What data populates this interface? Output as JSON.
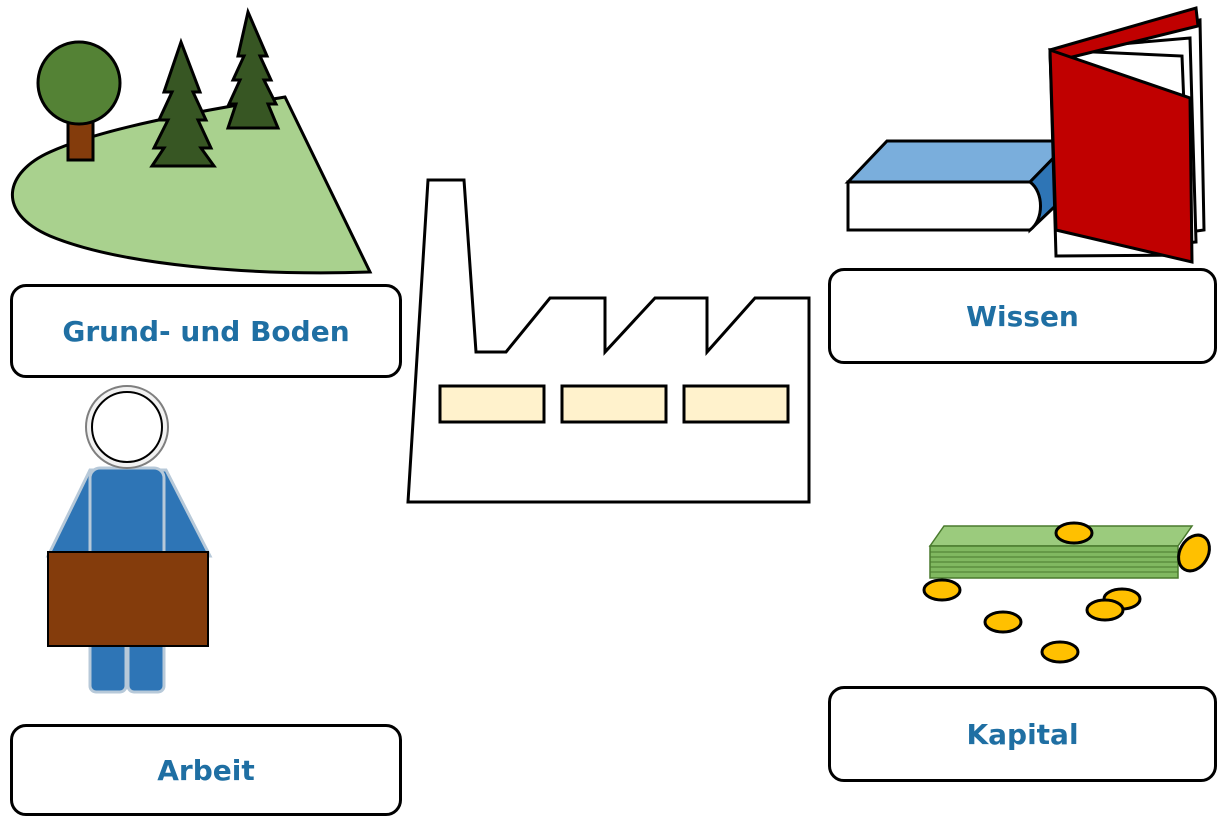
{
  "labels": {
    "grund_und_boden": "Grund- und Boden",
    "wissen": "Wissen",
    "kapital": "Kapital",
    "arbeit": "Arbeit"
  },
  "icons": [
    "landscape-icon",
    "factory-icon",
    "books-icon",
    "worker-icon",
    "money-icon"
  ],
  "colors": {
    "label_text": "#1f6fa3",
    "meadow": "#a9d18e",
    "tree_dark": "#375623",
    "tree_round": "#548235",
    "trunk": "#843c0c",
    "factory_window": "#fff2cc",
    "book_blue": "#7aaedc",
    "book_red": "#c00000",
    "worker_blue": "#2e75b6",
    "money_green": "#80b860",
    "coin": "#ffc000"
  }
}
